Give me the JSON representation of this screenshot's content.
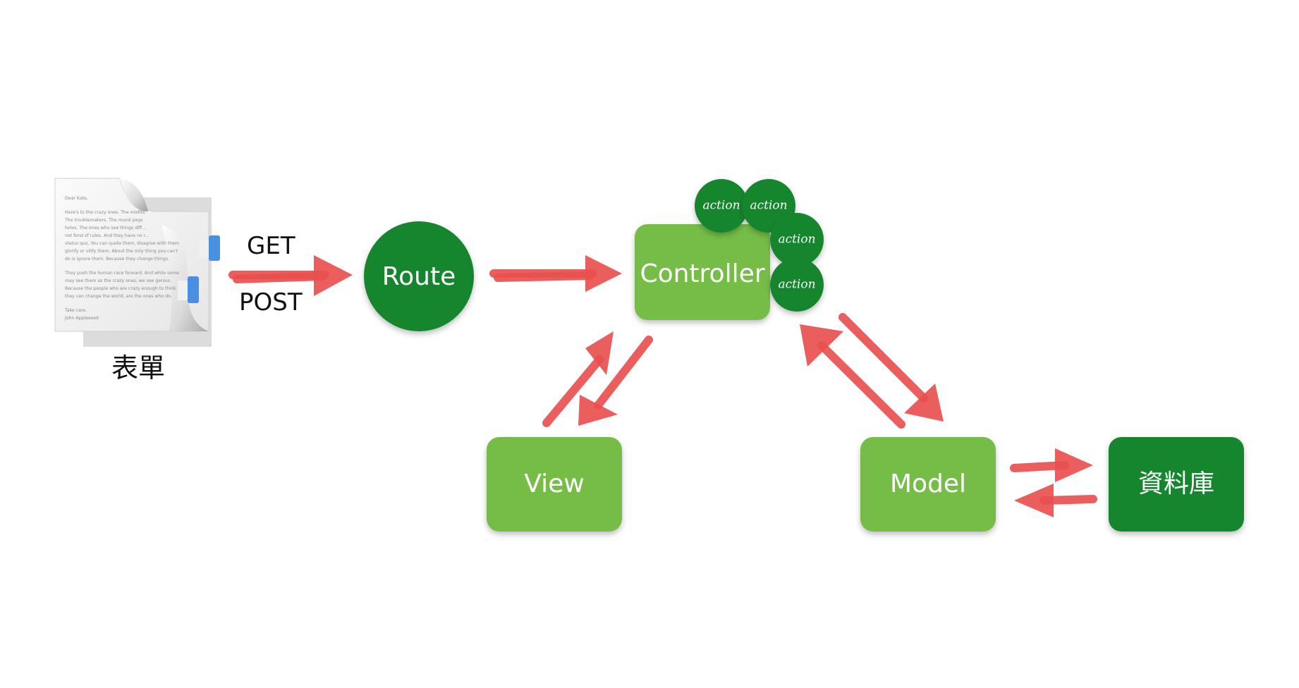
{
  "document": {
    "caption": "表單",
    "lines": [
      "Dear Kate,",
      "Here's to the crazy ones. The misfits.",
      "The troublemakers. The round pegs",
      "holes. The ones who see things diff...",
      "not fond of rules. And they have no r...",
      "status quo. You can quote them, disagree with them",
      "glorify or vilify them. About the only thing you can't",
      "do is ignore them. Because they change things.",
      "They push the human race forward. And while some",
      "may see them as the crazy ones, we see genius.",
      "Because the people who are crazy enough to think",
      "they can change the world, are the ones who do.",
      "Take care,",
      "John Appleseed"
    ]
  },
  "methods": {
    "get": "GET",
    "post": "POST"
  },
  "nodes": {
    "route": "Route",
    "controller": "Controller",
    "view": "View",
    "model": "Model",
    "database": "資料庫"
  },
  "actions": [
    "action",
    "action",
    "action",
    "action"
  ],
  "colors": {
    "dark_green": "#15862f",
    "light_green": "#76bd47",
    "arrow_red": "#e8504f"
  }
}
